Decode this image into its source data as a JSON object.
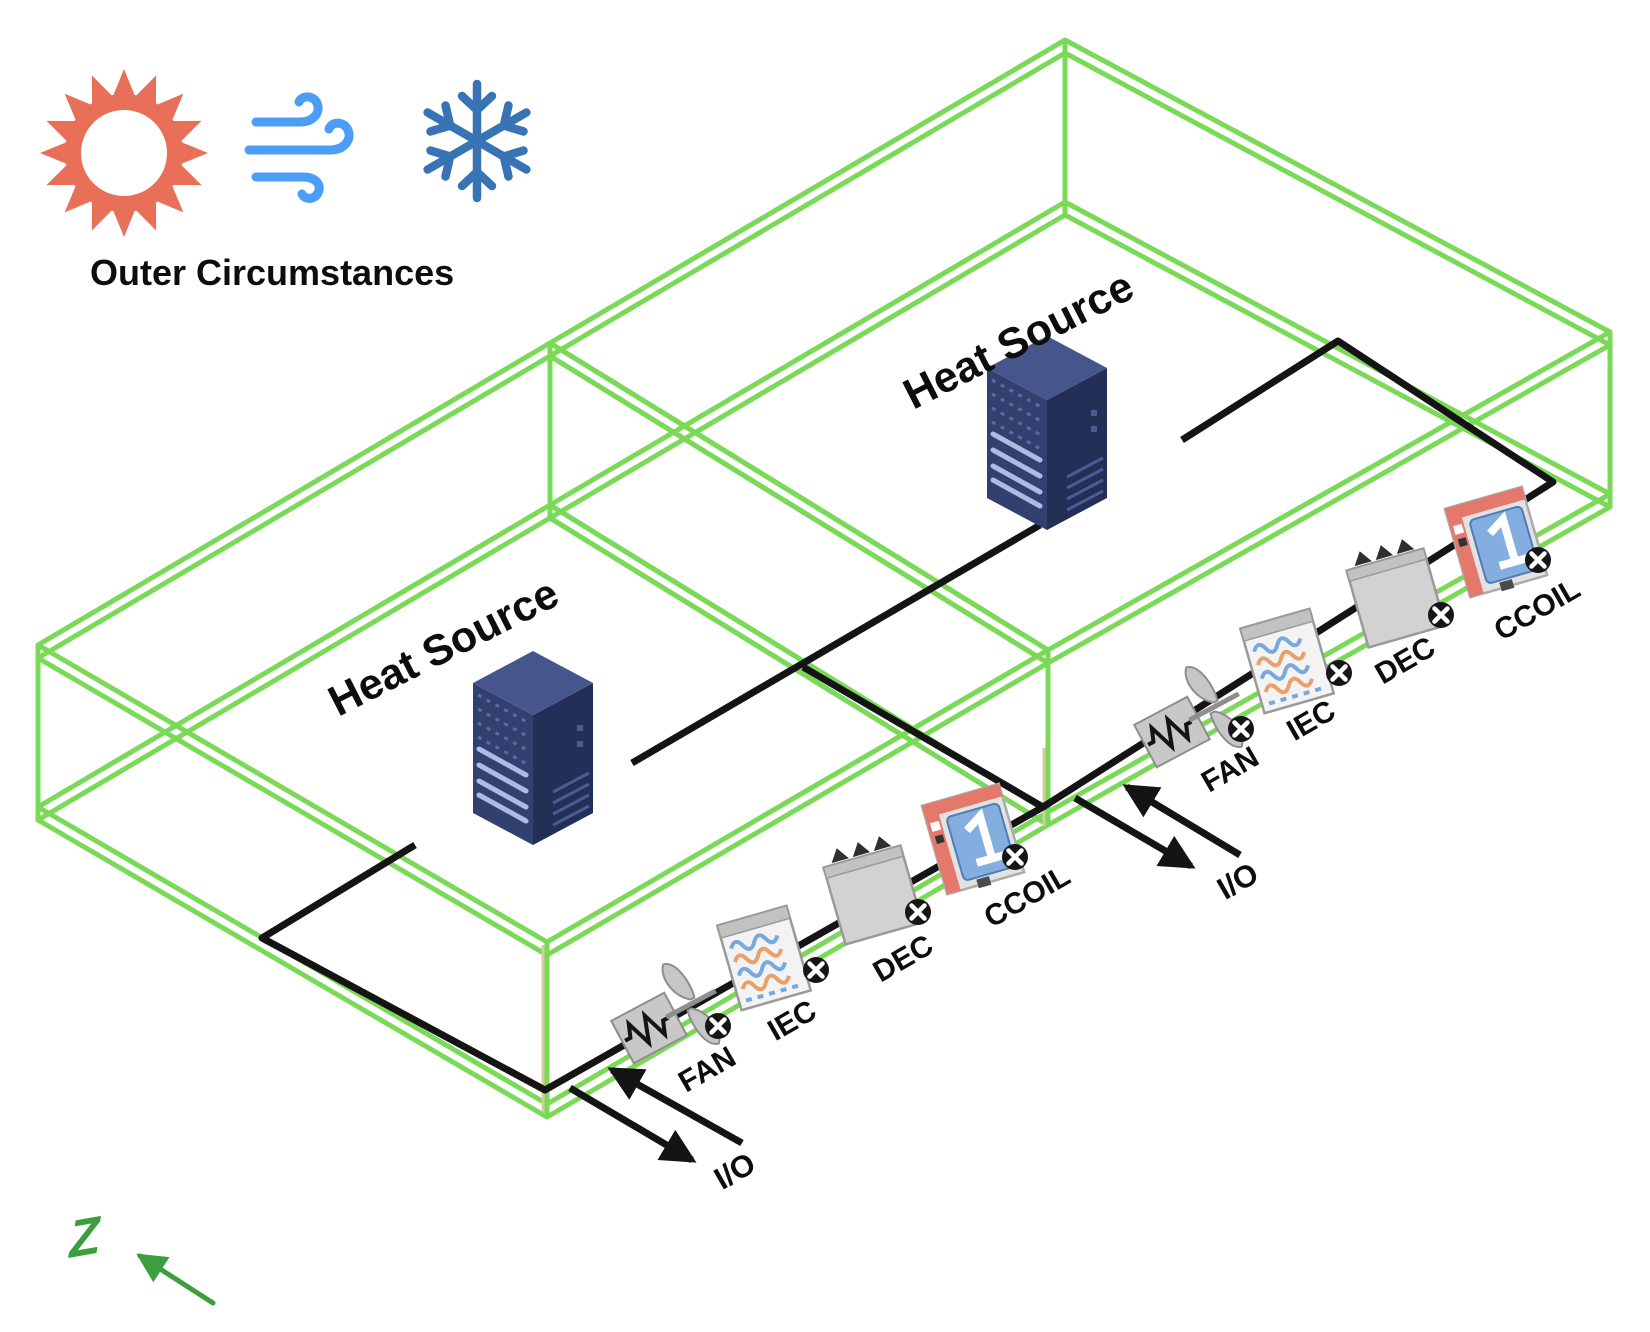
{
  "environment": {
    "label": "Outer Circumstances",
    "icons": [
      {
        "name": "sun-icon"
      },
      {
        "name": "wind-icon"
      },
      {
        "name": "snowflake-icon"
      }
    ]
  },
  "modules": [
    {
      "heat_source_label": "Heat Source",
      "server_icon": "server-tower-icon",
      "io_label": "I/O",
      "duct_components": [
        {
          "label": "",
          "icon": "heater-resistor-icon"
        },
        {
          "label": "FAN",
          "icon": "fan-blades-icon"
        },
        {
          "label": "IEC",
          "icon": "iec-heat-exchanger-icon"
        },
        {
          "label": "DEC",
          "icon": "dec-evaporative-pad-icon"
        },
        {
          "label": "CCOIL",
          "icon": "cooling-coil-icon"
        }
      ]
    },
    {
      "heat_source_label": "Heat Source",
      "server_icon": "server-tower-icon",
      "io_label": "I/O",
      "duct_components": [
        {
          "label": "",
          "icon": "heater-resistor-icon"
        },
        {
          "label": "FAN",
          "icon": "fan-blades-icon"
        },
        {
          "label": "IEC",
          "icon": "iec-heat-exchanger-icon"
        },
        {
          "label": "DEC",
          "icon": "dec-evaporative-pad-icon"
        },
        {
          "label": "CCOIL",
          "icon": "cooling-coil-icon"
        }
      ]
    }
  ],
  "axis_indicator": {
    "label": "Z",
    "icon": "z-axis-arrow-icon"
  },
  "colors": {
    "wireframe_green": "#7AD957",
    "duct_black": "#141414",
    "server_navy": "#31406F",
    "sun_coral": "#E87058",
    "wind_blue": "#4B9DF6",
    "snowflake_blue": "#3873B5",
    "axis_green": "#3E9E3E",
    "hidden_edge_tan": "#D8C9A0"
  }
}
